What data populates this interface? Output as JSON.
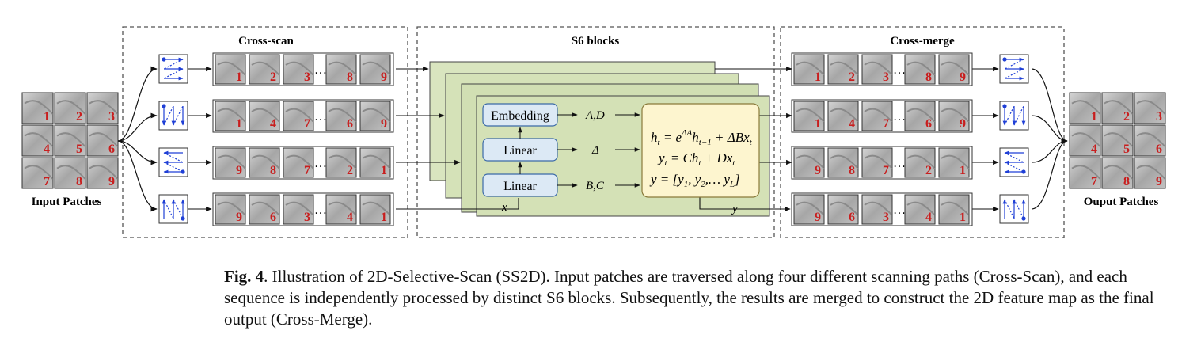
{
  "sections": {
    "cross_scan": "Cross-scan",
    "s6_blocks": "S6 blocks",
    "cross_merge": "Cross-merge"
  },
  "input_label": "Input Patches",
  "output_label": "Ouput Patches",
  "grid_numbers": [
    "1",
    "2",
    "3",
    "4",
    "5",
    "6",
    "7",
    "8",
    "9"
  ],
  "sequences": [
    [
      "1",
      "2",
      "3",
      "8",
      "9"
    ],
    [
      "1",
      "4",
      "7",
      "6",
      "9"
    ],
    [
      "9",
      "8",
      "7",
      "2",
      "1"
    ],
    [
      "9",
      "6",
      "3",
      "4",
      "1"
    ]
  ],
  "ellipsis": "…",
  "s6": {
    "embedding": "Embedding",
    "linear1": "Linear",
    "linear2": "Linear",
    "out_embedding": "A,D",
    "out_linear1": "Δ",
    "out_linear2": "B,C",
    "input_x": "x",
    "output_y": "y",
    "eq1_lhs": "h",
    "eq1_rhs": "= e^ΔA h(t−1) + ΔBx(t)",
    "eq2": "y(t) = Ch(t) + Dx(t)",
    "eq3": "y = [y1, y2, … yL]"
  },
  "caption": {
    "label": "Fig. 4",
    "text": ". Illustration of 2D-Selective-Scan (SS2D). Input patches are traversed along four different scanning paths (Cross-Scan), and each sequence is independently processed by distinct S6 blocks. Subsequently, the results are merged to construct the 2D feature map as the final output (Cross-Merge)."
  }
}
